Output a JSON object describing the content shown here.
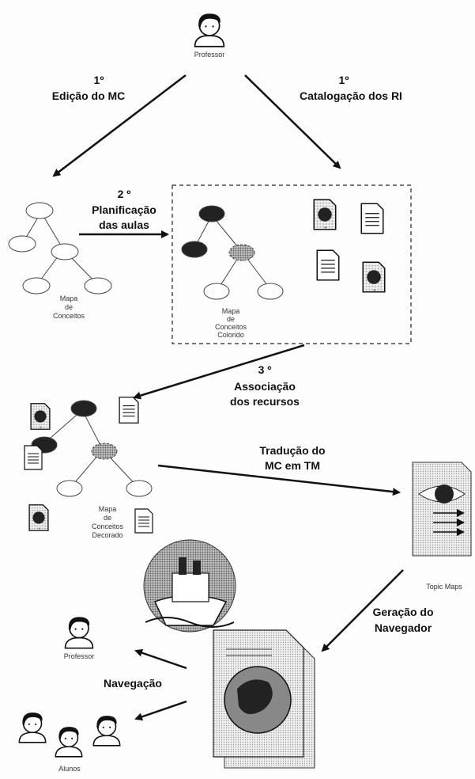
{
  "top_actor": {
    "label": "Professor"
  },
  "steps": {
    "edit_mc": {
      "number": "1º",
      "text": "Edição do MC"
    },
    "catalog_ri": {
      "number": "1º",
      "text": "Catalogação dos RI"
    },
    "planning": {
      "number": "2 º",
      "line1": "Planificação",
      "line2": "das aulas"
    },
    "association": {
      "number": "3 º",
      "line1": "Associação",
      "line2": "dos recursos"
    },
    "translation": {
      "line1": "Tradução do",
      "line2": "MC em TM"
    },
    "generation": {
      "line1": "Geração do",
      "line2": "Navegador"
    },
    "navigation": {
      "text": "Navegação"
    }
  },
  "maps": {
    "concept_map": {
      "line1": "Mapa",
      "line2": "de",
      "line3": "Conceitos"
    },
    "colored_map": {
      "line1": "Mapa",
      "line2": "de",
      "line3": "Conceitos",
      "line4": "Colorido"
    },
    "decorated_map": {
      "line1": "Mapa",
      "line2": "de",
      "line3": "Conceitos",
      "line4": "Decorado"
    }
  },
  "topic_maps": {
    "label": "Topic Maps"
  },
  "bottom_actors": {
    "professor": "Professor",
    "students": "Alunos"
  },
  "colors": {
    "ink": "#111111",
    "shade": "#555555",
    "screen": "#d8d8d8"
  }
}
